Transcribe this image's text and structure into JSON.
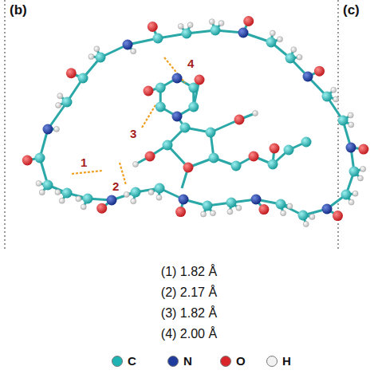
{
  "diagram": {
    "labels": [
      "(b)",
      "(c)",
      "1",
      "2",
      "3",
      "4",
      "(1) 1.82 Å",
      "(2) 2.17 Å",
      "(3) 1.82 Å",
      "(4) 2.00 Å"
    ],
    "legend": [
      {
        "text": "C",
        "color": "#1fb3b3"
      },
      {
        "text": "N",
        "color": "#1f3c9c"
      },
      {
        "text": "O",
        "color": "#d8262a"
      },
      {
        "text": "H",
        "color": "#f2f2f2"
      }
    ]
  }
}
